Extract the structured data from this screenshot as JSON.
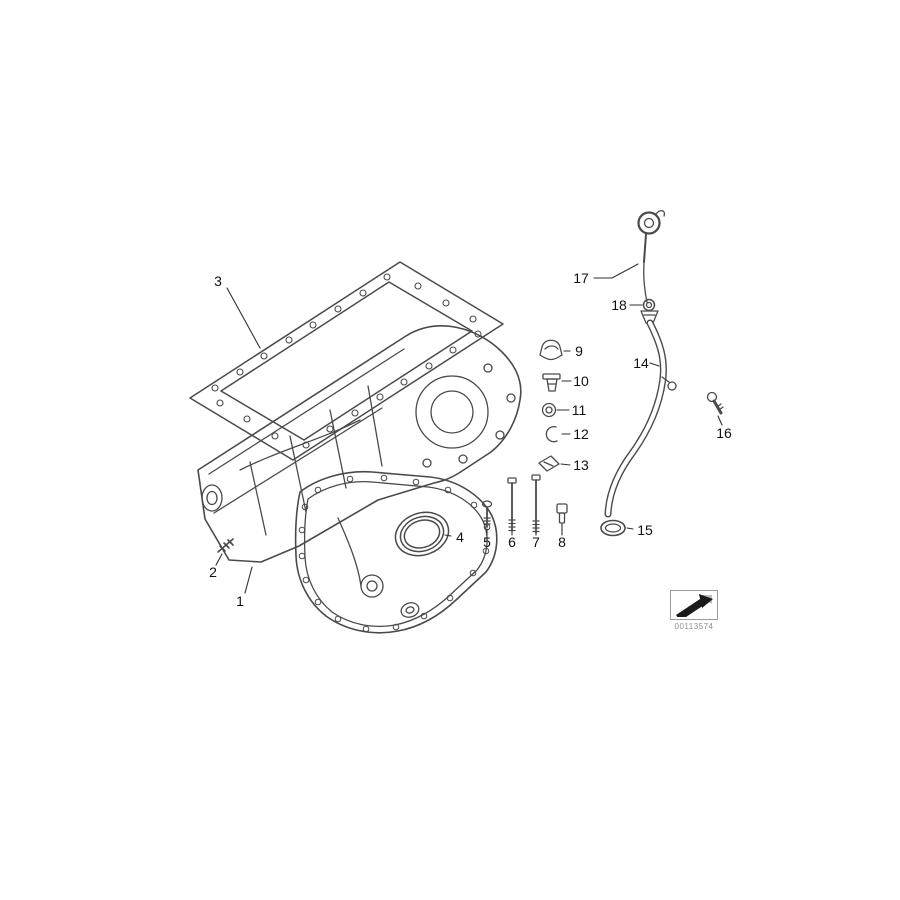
{
  "colors": {
    "background": "#ffffff",
    "line": "#4a4a4a",
    "leader": "#2f2f2f",
    "label": "#111111",
    "stamp_text": "#8f8f8f"
  },
  "callouts": {
    "c1": {
      "label": "1"
    },
    "c2": {
      "label": "2"
    },
    "c3": {
      "label": "3"
    },
    "c4": {
      "label": "4"
    },
    "c5": {
      "label": "5"
    },
    "c6": {
      "label": "6"
    },
    "c7": {
      "label": "7"
    },
    "c8": {
      "label": "8"
    },
    "c9": {
      "label": "9"
    },
    "c10": {
      "label": "10"
    },
    "c11": {
      "label": "11"
    },
    "c12": {
      "label": "12"
    },
    "c13": {
      "label": "13"
    },
    "c14": {
      "label": "14"
    },
    "c15": {
      "label": "15"
    },
    "c16": {
      "label": "16"
    },
    "c17": {
      "label": "17"
    },
    "c18": {
      "label": "18"
    }
  },
  "stamp": {
    "id": "00113574"
  }
}
